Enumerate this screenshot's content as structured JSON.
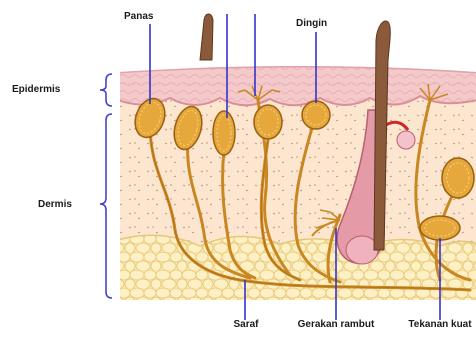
{
  "labels": {
    "top": [
      "Panas",
      "Dingin"
    ],
    "left": [
      "Epidermis",
      "Dermis"
    ],
    "bottom": [
      "Saraf",
      "Gerakan rambut",
      "Tekanan kuat"
    ]
  },
  "colors": {
    "epidermis": "#f3c9c9",
    "epidermis_line": "#d98f9a",
    "dermis": "#fde6d0",
    "fat": "#fbe6a9",
    "nerve": "#c98722",
    "nerve_dark": "#9a5f10",
    "receptor_fill": "#e6a83a",
    "hair": "#8a5a3a",
    "follicle": "#e59aa8",
    "pointer": "#3333cc",
    "bracket": "#4646c8",
    "blood": "#cc2a2a"
  },
  "icons": [
    "receptor-capsule-icon",
    "hair-shaft-icon",
    "hair-follicle-icon",
    "fat-lobule-icon"
  ]
}
